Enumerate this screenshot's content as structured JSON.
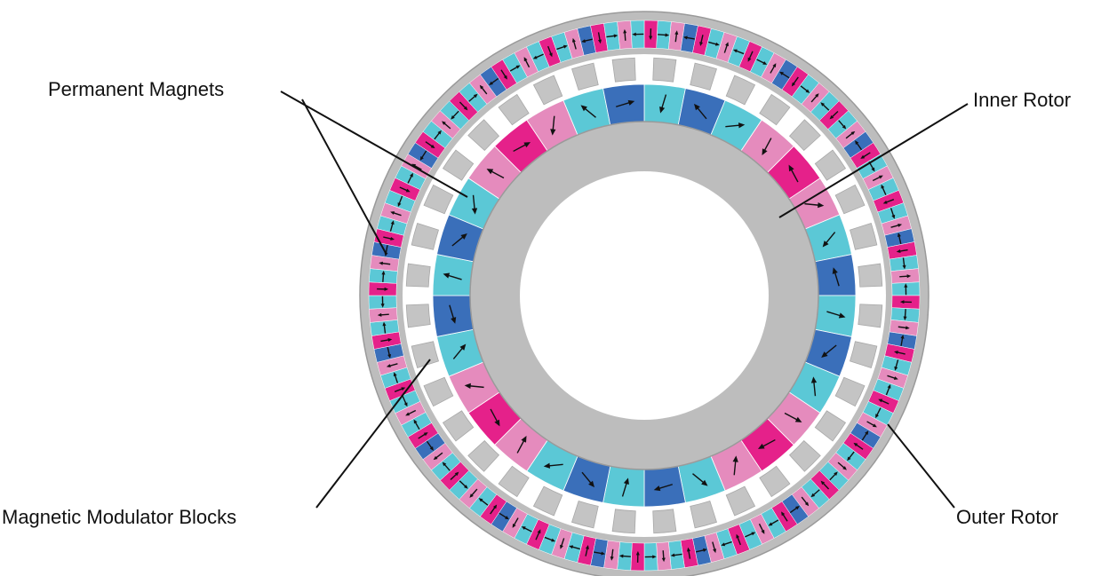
{
  "labels": {
    "permanent_magnets": "Permanent Magnets",
    "inner_rotor": "Inner Rotor",
    "magnetic_modulator_blocks": "Magnetic Modulator Blocks",
    "outer_rotor": "Outer Rotor"
  },
  "colors": {
    "rotor_iron": "#bdbdbd",
    "rotor_edge": "#9a9a9a",
    "modulator_block": "#c4c4c4",
    "magnet_palette": [
      "#e5218a",
      "#e58bbd",
      "#5bc8d6",
      "#3a6fba"
    ],
    "arrow": "#111111",
    "leader_line": "#111111"
  },
  "structure": {
    "inner_magnet_count": 32,
    "outer_magnet_count": 128,
    "modulator_block_count": 36
  }
}
